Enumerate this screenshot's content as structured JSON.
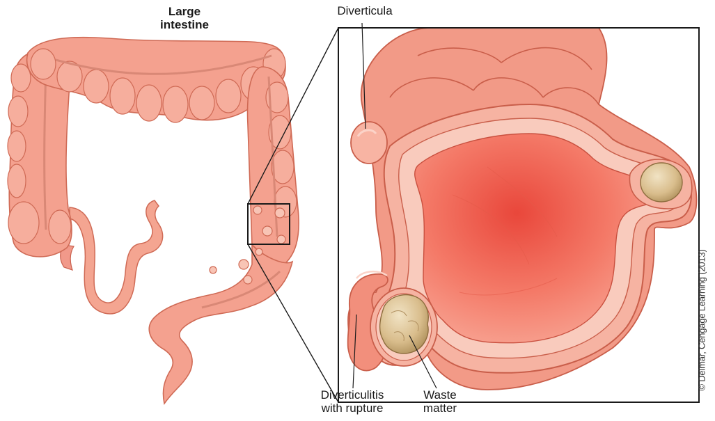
{
  "labels": {
    "large_intestine": [
      "Large",
      "intestine"
    ],
    "diverticula": "Diverticula",
    "diverticulitis_with_rupture": [
      "Diverticulitis",
      "with rupture"
    ],
    "waste_matter": [
      "Waste",
      "matter"
    ]
  },
  "credit": "© Delmar, Cengage Learning (2013)",
  "colors": {
    "tissue": "#f4a18f",
    "tissue_dark": "#d9735e",
    "tissue_light": "#f8c1b2",
    "lumen": "#f06a5a",
    "waste": "#d6b98a",
    "outline": "#1a1a1a"
  }
}
